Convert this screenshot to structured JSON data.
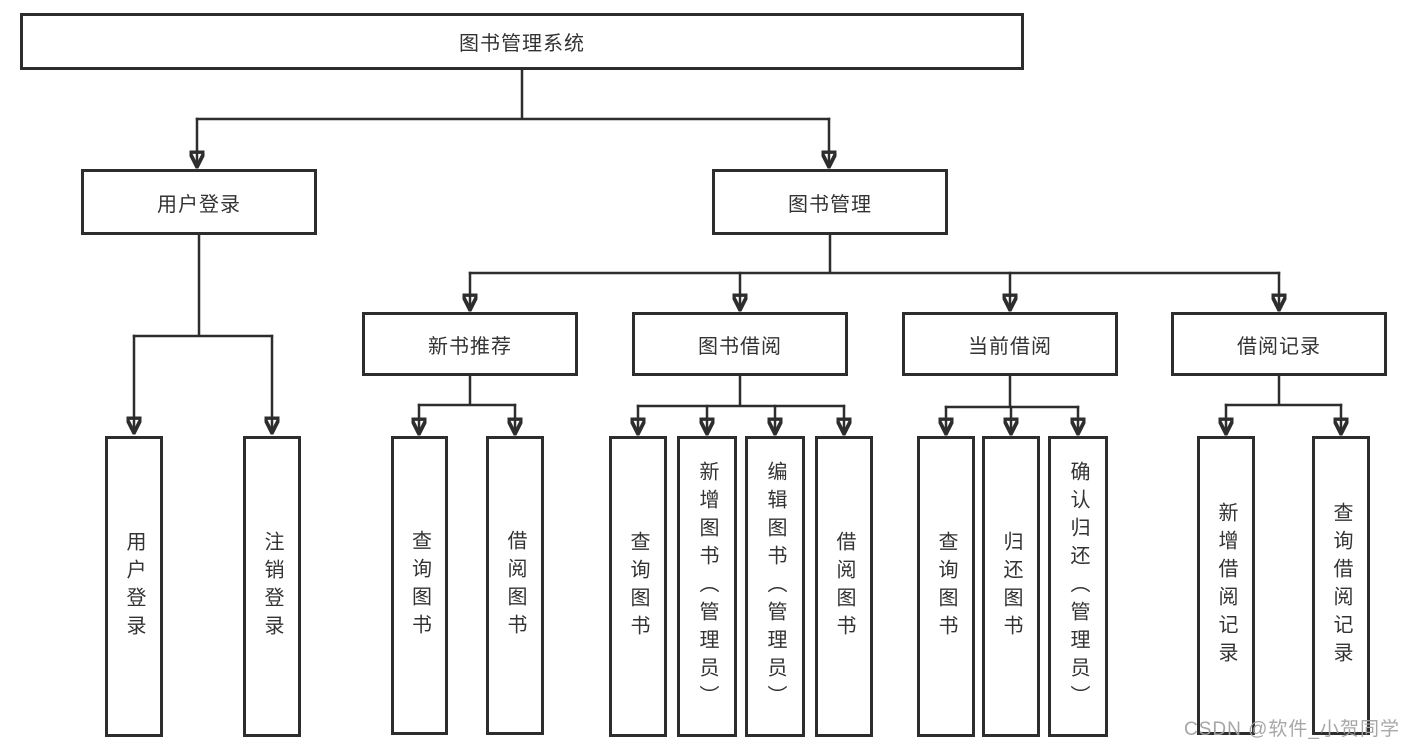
{
  "tree": {
    "root": {
      "label": "图书管理系统"
    },
    "branches": [
      {
        "label": "用户登录",
        "leaves": [
          {
            "label": "用户登录"
          },
          {
            "label": "注销登录"
          }
        ]
      },
      {
        "label": "图书管理",
        "groups": [
          {
            "label": "新书推荐",
            "leaves": [
              {
                "label": "查询图书"
              },
              {
                "label": "借阅图书"
              }
            ]
          },
          {
            "label": "图书借阅",
            "leaves": [
              {
                "label": "查询图书"
              },
              {
                "label": "新增图书（管理员）"
              },
              {
                "label": "编辑图书（管理员）"
              },
              {
                "label": "借阅图书"
              }
            ]
          },
          {
            "label": "当前借阅",
            "leaves": [
              {
                "label": "查询图书"
              },
              {
                "label": "归还图书"
              },
              {
                "label": "确认归还（管理员）"
              }
            ]
          },
          {
            "label": "借阅记录",
            "leaves": [
              {
                "label": "新增借阅记录"
              },
              {
                "label": "查询借阅记录"
              }
            ]
          }
        ]
      }
    ]
  },
  "watermark": {
    "text": "CSDN @软件_小贺同学"
  }
}
